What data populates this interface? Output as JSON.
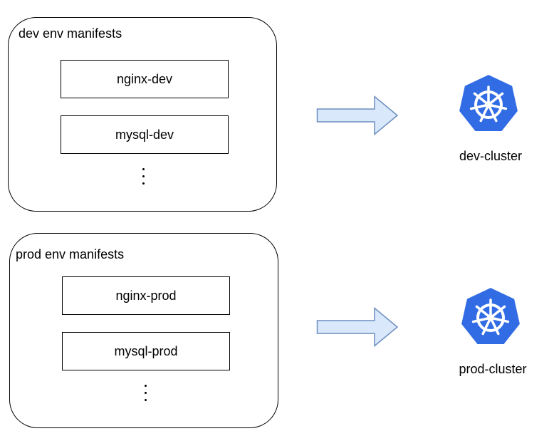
{
  "groups": [
    {
      "title": "dev env manifests",
      "items": [
        "nginx-dev",
        "mysql-dev"
      ],
      "continuation": "⋮"
    },
    {
      "title": "prod env manifests",
      "items": [
        "nginx-prod",
        "mysql-prod"
      ],
      "continuation": "⋮"
    }
  ],
  "clusters": [
    {
      "label": "dev-cluster",
      "icon": "kubernetes-icon"
    },
    {
      "label": "prod-cluster",
      "icon": "kubernetes-icon"
    }
  ],
  "colors": {
    "arrow_fill": "#dae8fc",
    "arrow_stroke": "#6c8ebf",
    "k8s_blue": "#326ce5"
  }
}
